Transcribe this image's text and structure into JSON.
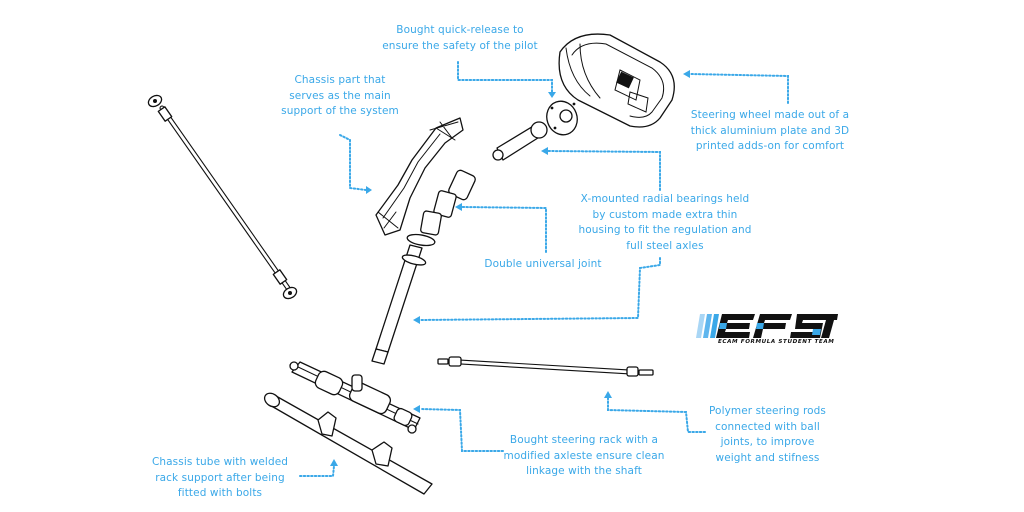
{
  "diagram": {
    "title": "Steering system exploded view",
    "accent_color": "#3aa8e8",
    "line_color": "#111111",
    "annotations": [
      {
        "id": "quick-release",
        "text": "Bought quick-release to\nensure the safety of the pilot"
      },
      {
        "id": "chassis-part",
        "text": "Chassis part that\nserves as the main\nsupport of the system"
      },
      {
        "id": "steering-wheel",
        "text": "Steering wheel made out of a\nthick aluminium plate and 3D\nprinted adds-on for comfort"
      },
      {
        "id": "bearings",
        "text": "X-mounted radial bearings held\nby custom made extra thin\nhousing  to fit the regulation and\nfull steel axles"
      },
      {
        "id": "universal-joint",
        "text": "Double universal joint"
      },
      {
        "id": "steering-rods",
        "text": "Polymer steering rods\nconnected with ball\njoints, to improve\nweight and stifness"
      },
      {
        "id": "steering-rack",
        "text": "Bought steering rack with a\nmodified axleste ensure clean\nlinkage with the shaft"
      },
      {
        "id": "chassis-tube",
        "text": "Chassis tube with welded\nrack support after being\nfitted with bolts"
      }
    ],
    "logo": {
      "wordmark": "EFST",
      "tagline": "ECAM FORMULA STUDENT TEAM",
      "stripe_colors": [
        "#a9d6f5",
        "#5fb6ee",
        "#3aa8e8"
      ]
    }
  }
}
